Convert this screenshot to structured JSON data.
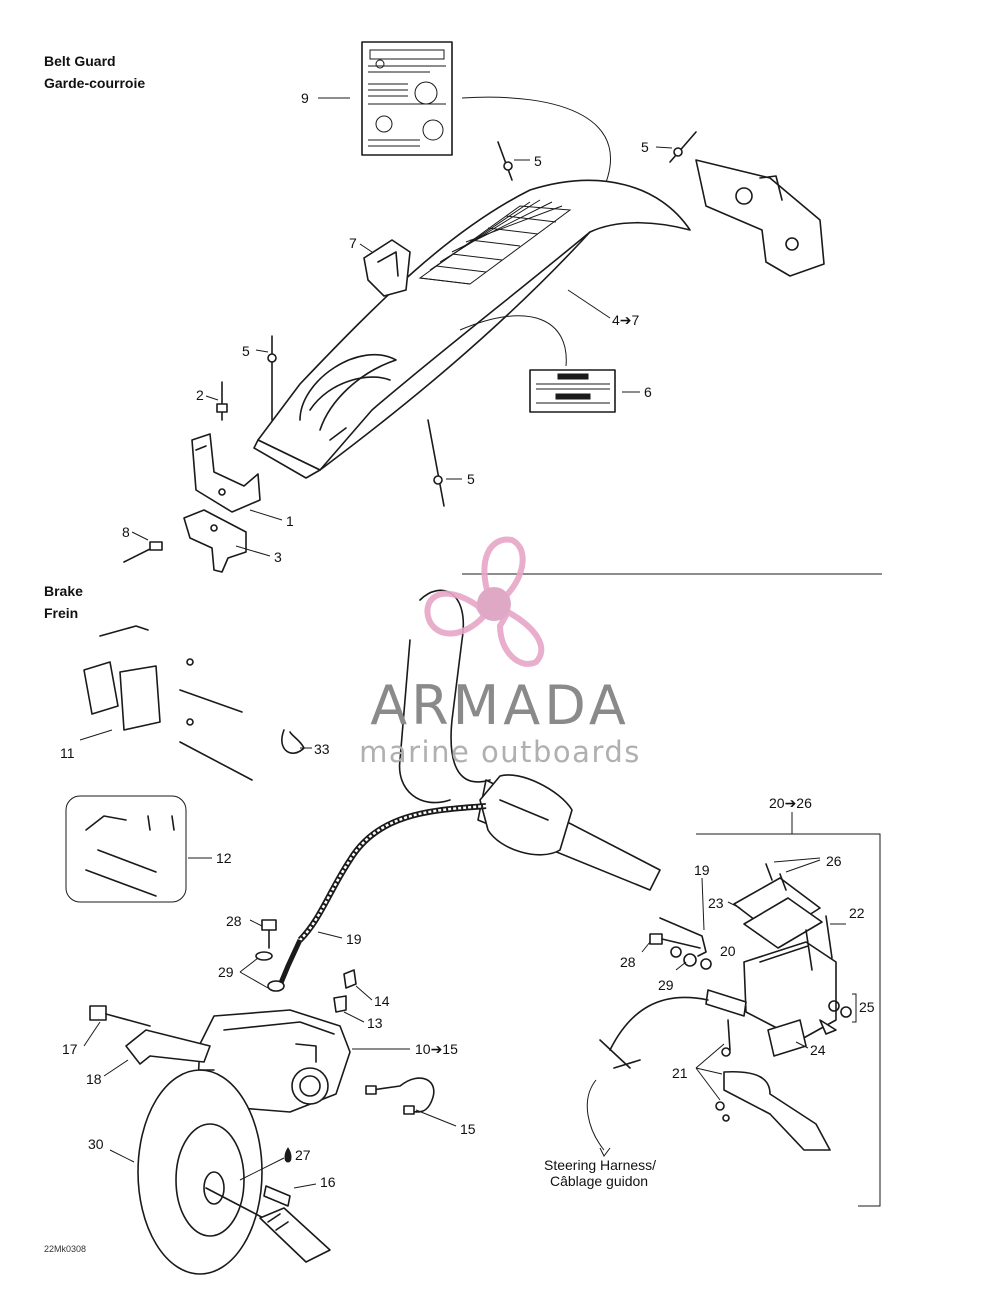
{
  "sections": {
    "belt_guard": {
      "title_en": "Belt Guard",
      "title_fr": "Garde-courroie"
    },
    "brake": {
      "title_en": "Brake",
      "title_fr": "Frein"
    }
  },
  "callouts": {
    "c9": "9",
    "c5a": "5",
    "c5b": "5",
    "c7": "7",
    "c47": "4➔7",
    "c5c": "5",
    "c6": "6",
    "c2": "2",
    "c5d": "5",
    "c1": "1",
    "c8": "8",
    "c3": "3",
    "c11": "11",
    "c33": "33",
    "c12": "12",
    "c2026": "20➔26",
    "c26": "26",
    "c19a": "19",
    "c23": "23",
    "c22": "22",
    "c20": "20",
    "c28a": "28",
    "c29a": "29",
    "c25": "25",
    "c24": "24",
    "c21": "21",
    "c28b": "28",
    "c19b": "19",
    "c29b": "29",
    "c14": "14",
    "c13": "13",
    "c1015": "10➔15",
    "c17": "17",
    "c18": "18",
    "c15": "15",
    "c30": "30",
    "c27": "27",
    "c16": "16"
  },
  "notes": {
    "steering_en": "Steering Harness/",
    "steering_fr": "Câblage guidon",
    "drawing_code": "22Mk0308"
  },
  "watermark": {
    "brand": "ARMADA",
    "tagline": "marine outboards",
    "color_propeller": "#e6a6c7",
    "color_hub": "#dca0c0",
    "color_text": "#8a8a8a",
    "color_tagline": "#b0b0b0"
  }
}
